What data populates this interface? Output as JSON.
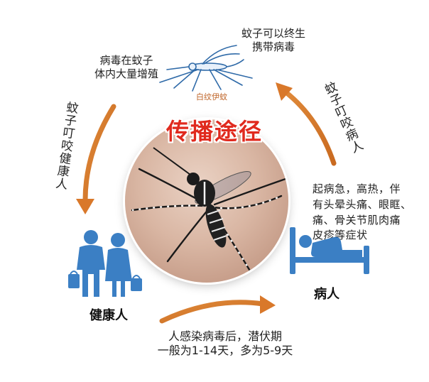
{
  "title": "传播途径",
  "mosquito_caption": "白纹伊蚊",
  "note_top_right": [
    "蚊子可以终生",
    "携带病毒"
  ],
  "note_top_left": [
    "病毒在蚊子",
    "体内大量增殖"
  ],
  "arrow_left_label": "蚊子叮咬健康人",
  "arrow_right_label": "蚊子叮咬病人",
  "symptoms": [
    "起病急，高热，伴",
    "有头晕头痛、眼眶、",
    "痛、骨关节肌肉痛",
    "皮疹等症状"
  ],
  "patient_label": "病人",
  "healthy_label": "健康人",
  "incubation_note": [
    "人感染病毒后，潜伏期",
    "一般为1-14天，多为5-9天"
  ],
  "colors": {
    "arrow": "#d9782a",
    "title": "#e02a1e",
    "people": "#3b7fc4",
    "bed": "#3b7fc4"
  },
  "icons": [
    "mosquito-outline-icon",
    "mosquito-photo",
    "people-icon",
    "patient-bed-icon"
  ]
}
